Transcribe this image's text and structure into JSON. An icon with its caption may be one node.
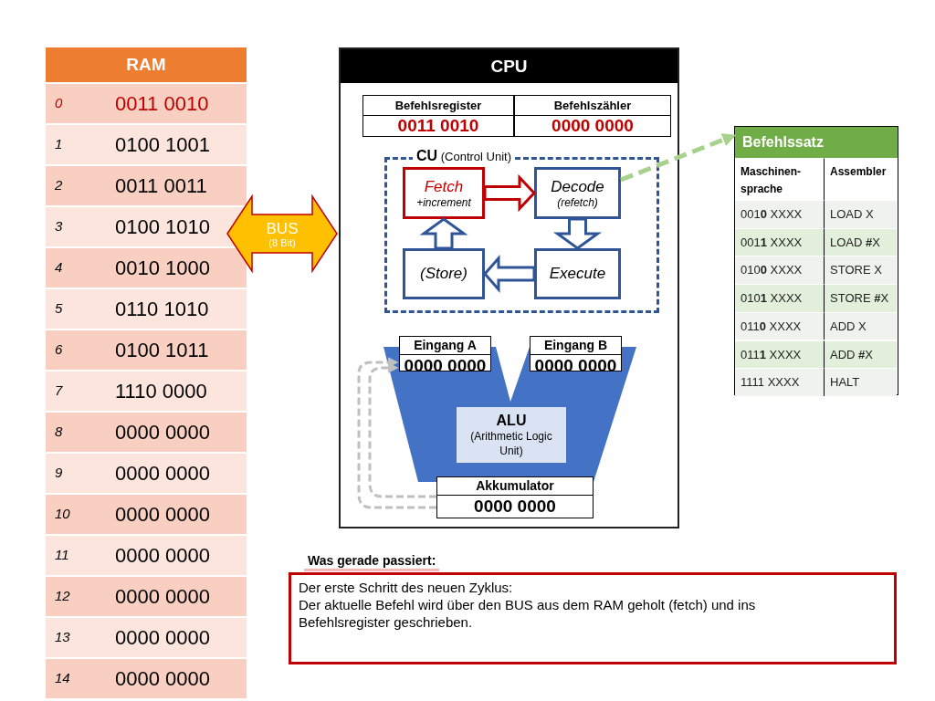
{
  "diagram": {
    "nodes": [
      {
        "text": [
          "RAM"
        ]
      },
      {
        "text": [
          "BUS",
          "(8 Bit)"
        ]
      },
      {
        "text": [
          "CPU"
        ]
      },
      {
        "text": [
          "Befehlsregister",
          "0011 0010"
        ],
        "in": 2
      },
      {
        "text": [
          "Befehlszähler",
          "0000 0000"
        ],
        "in": 2
      },
      {
        "text": [
          "**CU** (Control Unit)"
        ],
        "in": 2
      },
      {
        "text": [
          "Fetch",
          "+increment"
        ],
        "in": 5
      },
      {
        "text": [
          "Decode",
          "(refetch)"
        ],
        "in": 5
      },
      {
        "text": [
          "(Store)"
        ],
        "in": 5
      },
      {
        "text": [
          "Execute"
        ],
        "in": 5
      },
      {
        "text": [
          "Eingang A",
          "0000 0000"
        ],
        "in": 2
      },
      {
        "text": [
          "Eingang B",
          "0000 0000"
        ],
        "in": 2
      },
      {
        "text": [
          "ALU",
          "(Arithmetic Logic Unit)"
        ],
        "in": 2
      },
      {
        "text": [
          "Akkumulator",
          "0000 0000"
        ],
        "in": 2
      },
      {
        "text": [
          "Befehlssatz"
        ]
      },
      {
        "text": [
          "Was gerade passiert:",
          "Der erste Schritt des neuen Zyklus:",
          "Der aktuelle Befehl wird über den BUS aus dem RAM geholt (fetch) und ins Befehlsregister geschrieben."
        ]
      }
    ],
    "edges": [
      {
        "from": 6,
        "to": 7,
        "arrow": "to",
        "color": "#c00000"
      },
      {
        "from": 7,
        "to": 9,
        "arrow": "to"
      },
      {
        "from": 9,
        "to": 8,
        "arrow": "to"
      },
      {
        "from": 8,
        "to": 6,
        "arrow": "to"
      },
      {
        "from": 13,
        "to": 10,
        "arrow": "to",
        "style": "dashed",
        "color": "#bfbfbf"
      },
      {
        "from": 13,
        "to": 10,
        "arrow": "to",
        "style": "dashed",
        "color": "#bfbfbf"
      },
      {
        "from": 7,
        "to": 14,
        "arrow": "to",
        "style": "dashed",
        "color": "#a9d18e"
      }
    ],
    "labels": [
      "0",
      "0011 0010",
      "1",
      "0100 1001",
      "2",
      "0011 0011",
      "3",
      "0100 1010",
      "4",
      "0010 1000",
      "5",
      "0110 1010",
      "6",
      "0100 1011",
      "7",
      "1110 0000",
      "8",
      "0000 0000",
      "9",
      "0000 0000",
      "10",
      "0000 0000",
      "11",
      "0000 0000",
      "12",
      "0000 0000",
      "13",
      "0000 0000",
      "14",
      "0000 0000",
      "Maschinen- sprache",
      "Assembler",
      "001**0** XXXX",
      "LOAD X",
      "001**1** XXXX",
      "LOAD **#**X",
      "010**0** XXXX",
      "STORE X",
      "010**1** XXXX",
      "STORE **#**X",
      "011**0** XXXX",
      "ADD X",
      "011**1** XXXX",
      "ADD **#**X",
      "1111 XXXX",
      "HALT"
    ]
  }
}
